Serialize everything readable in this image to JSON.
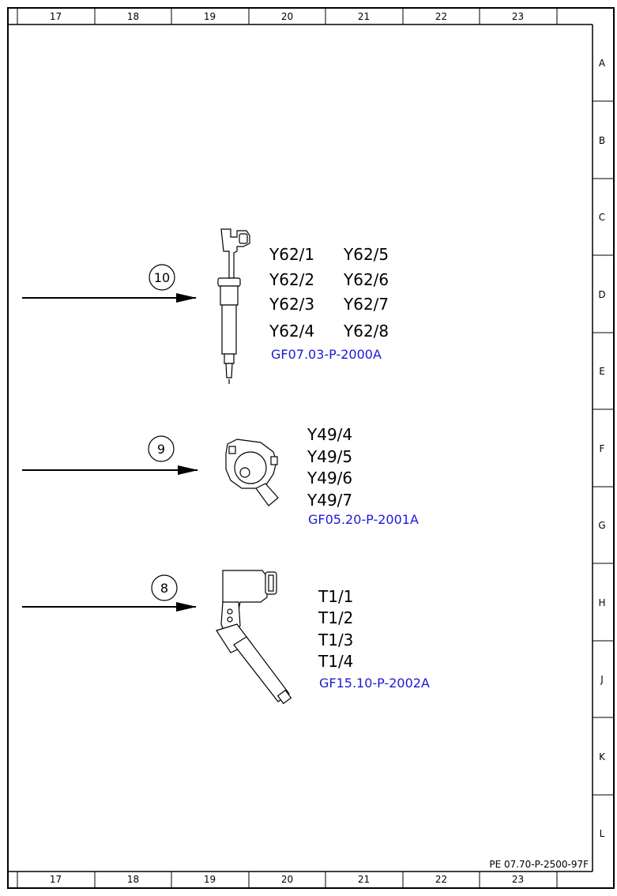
{
  "columns": [
    "17",
    "18",
    "19",
    "20",
    "21",
    "22",
    "23"
  ],
  "rows": [
    "A",
    "B",
    "C",
    "D",
    "E",
    "F",
    "G",
    "H",
    "J",
    "K",
    "L"
  ],
  "document_id": "PE 07.70-P-2500-97F",
  "components": [
    {
      "callout": "10",
      "icon": "injector-icon",
      "codes_left": [
        "Y62/1",
        "Y62/2",
        "Y62/3",
        "Y62/4"
      ],
      "codes_right": [
        "Y62/5",
        "Y62/6",
        "Y62/7",
        "Y62/8"
      ],
      "reference": "GF07.03-P-2000A"
    },
    {
      "callout": "9",
      "icon": "valve-icon",
      "codes": [
        "Y49/4",
        "Y49/5",
        "Y49/6",
        "Y49/7"
      ],
      "reference": "GF05.20-P-2001A"
    },
    {
      "callout": "8",
      "icon": "ignition-coil-icon",
      "codes": [
        "T1/1",
        "T1/2",
        "T1/3",
        "T1/4"
      ],
      "reference": "GF15.10-P-2002A"
    }
  ]
}
